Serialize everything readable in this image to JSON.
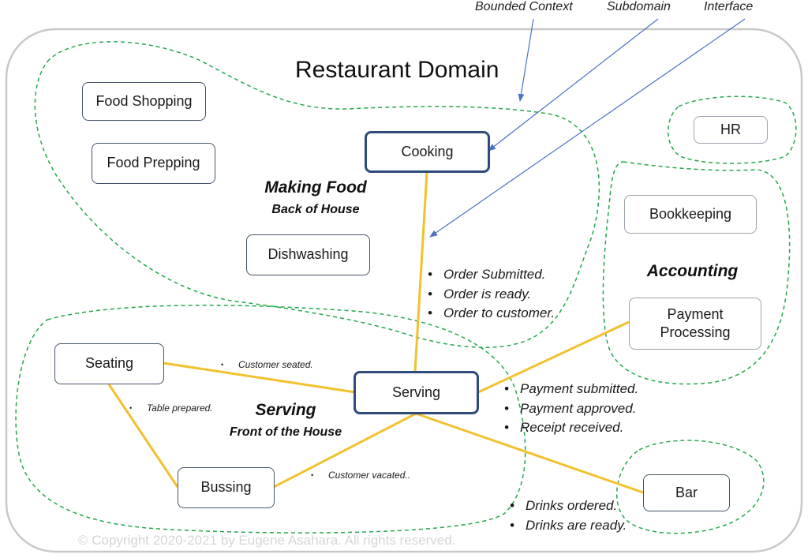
{
  "title": "Restaurant Domain",
  "legend": {
    "bounded_context": "Bounded Context",
    "subdomain": "Subdomain",
    "interface": "Interface"
  },
  "boxes": {
    "food_shopping": "Food Shopping",
    "food_prepping": "Food Prepping",
    "cooking": "Cooking",
    "dishwashing": "Dishwashing",
    "hr": "HR",
    "bookkeeping": "Bookkeeping",
    "payment_processing": "Payment\nProcessing",
    "seating": "Seating",
    "serving": "Serving",
    "bussing": "Bussing",
    "bar": "Bar"
  },
  "contexts": {
    "making_food": {
      "title": "Making Food",
      "subtitle": "Back of House"
    },
    "accounting": {
      "title": "Accounting"
    },
    "serving": {
      "title": "Serving",
      "subtitle": "Front of the House"
    }
  },
  "events": {
    "cooking_serving": [
      "Order Submitted.",
      "Order is ready.",
      "Order to customer."
    ],
    "serving_payment": [
      "Payment submitted.",
      "Payment approved.",
      "Receipt received."
    ],
    "serving_bar": [
      "Drinks ordered.",
      "Drinks are ready."
    ],
    "seating_serving": [
      "Customer seated."
    ],
    "seating_bussing": [
      "Table prepared."
    ],
    "bussing_serving": [
      "Customer vacated.."
    ]
  },
  "copyright": "© Copyright 2020-2021 by Eugene Asahara. All rights reserved.",
  "colors": {
    "interface_line": "#f2c12e",
    "context_boundary": "#22a84a",
    "legend_arrow": "#4a72c4",
    "domain_border": "#c8c8c8",
    "box_border": "#2f4b7c"
  }
}
